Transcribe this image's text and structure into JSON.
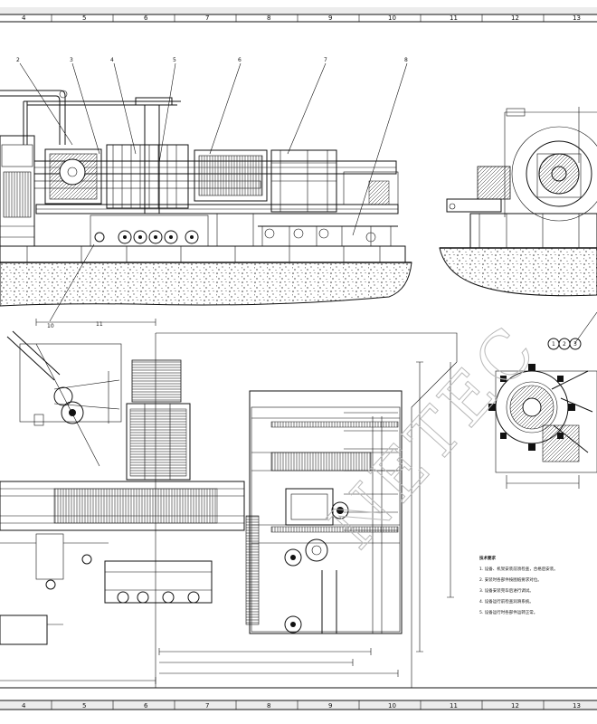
{
  "zone_numbers": [
    "4",
    "5",
    "6",
    "7",
    "8",
    "9",
    "10",
    "11",
    "12",
    "13"
  ],
  "callout_numbers": [
    "2",
    "3",
    "4",
    "5",
    "6",
    "7",
    "8",
    "10",
    "11"
  ],
  "circle_callouts": [
    "1",
    "2",
    "3"
  ],
  "notes": {
    "title": "技术要求",
    "items": [
      "1. 设备、机架安装前须检查，合格后安装。",
      "2. 安装时各部件按图纸要求对位。",
      "3. 设备安装完毕后进行调试。",
      "4. 设备运行前检查润滑系统。",
      "5. 设备运行时各部件运转正常。"
    ]
  },
  "watermark": "NETEC"
}
